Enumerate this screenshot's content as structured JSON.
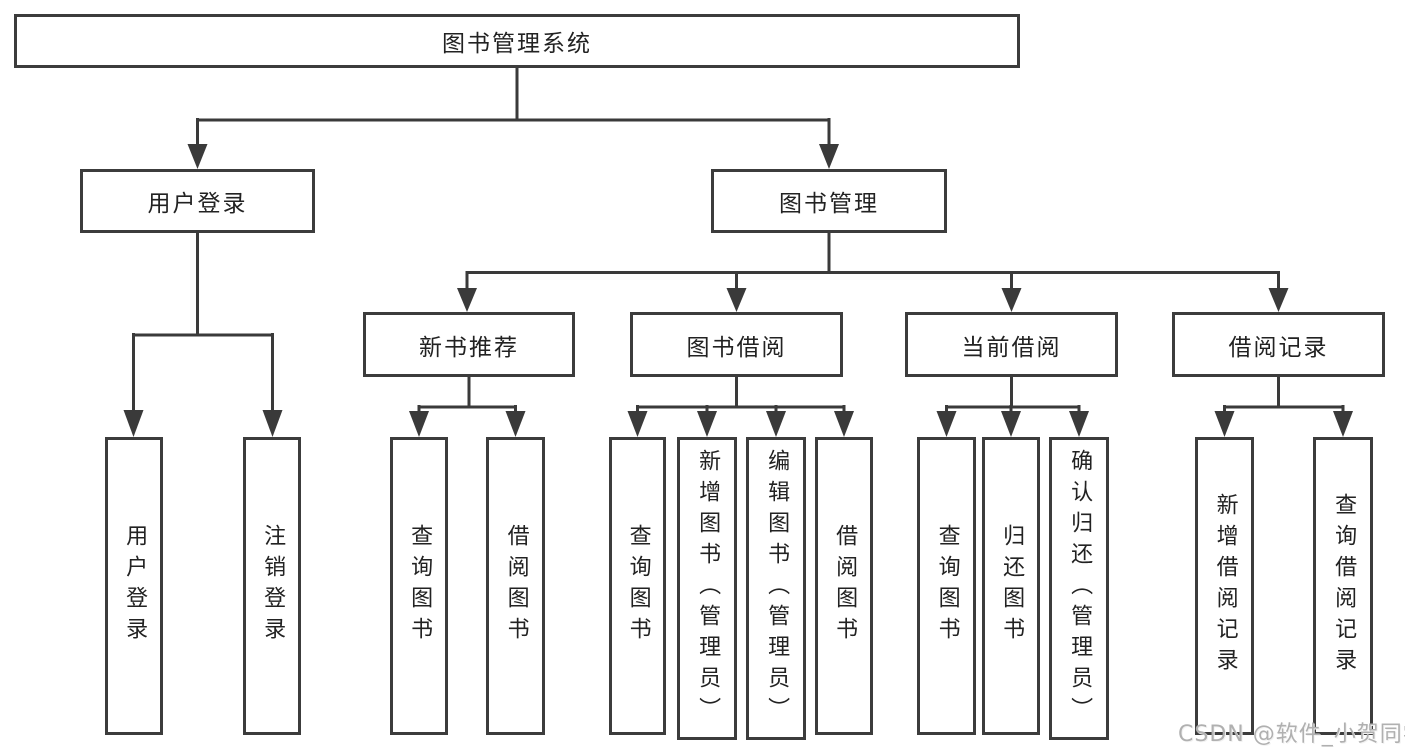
{
  "diagram": {
    "root": {
      "label": "图书管理系统"
    },
    "branches": [
      {
        "label": "用户登录",
        "children": [
          {
            "label": "用户登录"
          },
          {
            "label": "注销登录"
          }
        ]
      },
      {
        "label": "图书管理",
        "sections": [
          {
            "label": "新书推荐",
            "children": [
              {
                "label": "查询图书"
              },
              {
                "label": "借阅图书"
              }
            ]
          },
          {
            "label": "图书借阅",
            "children": [
              {
                "label": "查询图书"
              },
              {
                "label": "新增图书（管理员）"
              },
              {
                "label": "编辑图书（管理员）"
              },
              {
                "label": "借阅图书"
              }
            ]
          },
          {
            "label": "当前借阅",
            "children": [
              {
                "label": "查询图书"
              },
              {
                "label": "归还图书"
              },
              {
                "label": "确认归还（管理员）"
              }
            ]
          },
          {
            "label": "借阅记录",
            "children": [
              {
                "label": "新增借阅记录"
              },
              {
                "label": "查询借阅记录"
              }
            ]
          }
        ]
      }
    ],
    "colors": {
      "line": "#3a3a3a",
      "border": "#3c3c3c",
      "text": "#222222",
      "watermark": "#b0b0b0"
    },
    "watermark": {
      "text": "CSDN @软件_小贺同学"
    }
  }
}
